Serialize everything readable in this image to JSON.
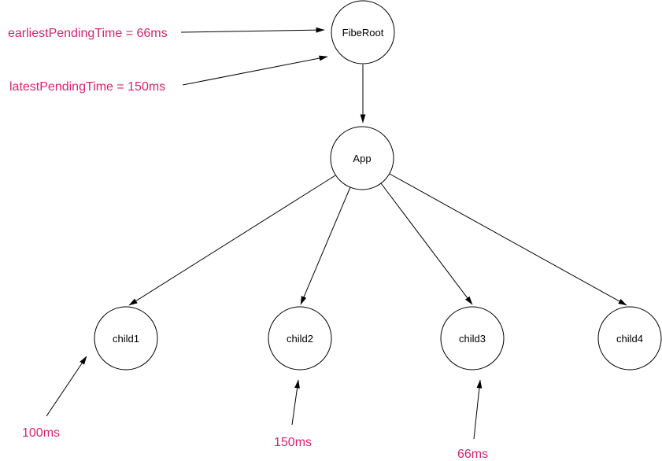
{
  "colors": {
    "annotation": "#d6246e",
    "line": "#000000",
    "node_fill": "#ffffff",
    "node_stroke": "#000000"
  },
  "nodes": [
    {
      "id": "fiberoot",
      "label": "FibeRoot"
    },
    {
      "id": "app",
      "label": "App"
    },
    {
      "id": "child1",
      "label": "child1"
    },
    {
      "id": "child2",
      "label": "child2"
    },
    {
      "id": "child3",
      "label": "child3"
    },
    {
      "id": "child4",
      "label": "child4"
    }
  ],
  "edges": [
    {
      "from": "FibeRoot",
      "to": "App"
    },
    {
      "from": "App",
      "to": "child1"
    },
    {
      "from": "App",
      "to": "child2"
    },
    {
      "from": "App",
      "to": "child3"
    },
    {
      "from": "App",
      "to": "child4"
    }
  ],
  "annotations": [
    {
      "text": "earliestPendingTime = 66ms",
      "target": "FibeRoot"
    },
    {
      "text": "latestPendingTime = 150ms",
      "target": "FibeRoot"
    },
    {
      "text": "100ms",
      "target": "child1"
    },
    {
      "text": "150ms",
      "target": "child2"
    },
    {
      "text": "66ms",
      "target": "child3"
    }
  ]
}
